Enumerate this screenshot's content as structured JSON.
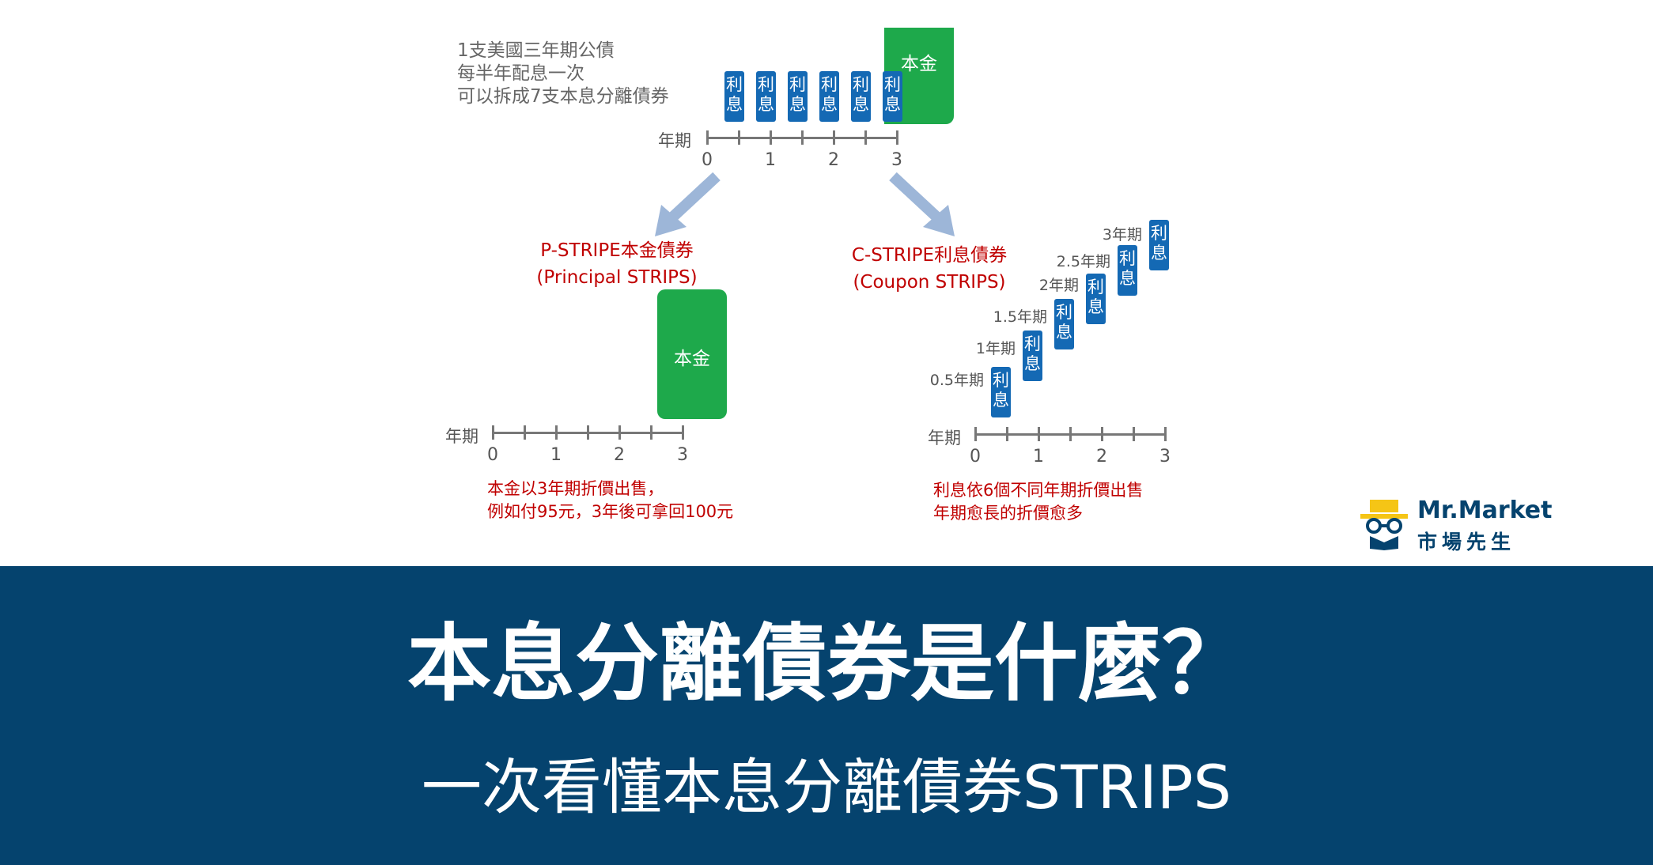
{
  "top_note": [
    "1支美國三年期公債",
    "每半年配息一次",
    "可以拆成7支本息分離債券"
  ],
  "axis": {
    "label": "年期",
    "ticks": [
      "0",
      "1",
      "2",
      "3"
    ]
  },
  "block_labels": {
    "principal": "本金",
    "coupon": "利\n息"
  },
  "p_strips": {
    "title": "P-STRIPE本金債券",
    "subtitle": "(Principal STRIPS)",
    "caption": [
      "本金以3年期折價出售，",
      "例如付95元，3年後可拿回100元"
    ]
  },
  "c_strips": {
    "title": "C-STRIPE利息債券",
    "subtitle": "(Coupon STRIPS)",
    "periods": [
      "0.5年期",
      "1年期",
      "1.5年期",
      "2年期",
      "2.5年期",
      "3年期"
    ],
    "caption": [
      "利息依6個不同年期折價出售",
      "年期愈長的折價愈多"
    ]
  },
  "brand": {
    "name": "Mr.Market",
    "sub": "市場先生"
  },
  "banner": {
    "title": "本息分離債券是什麼？",
    "subtitle": "一次看懂本息分離債券STRIPS"
  },
  "colors": {
    "coupon": "#1469b4",
    "principal": "#1ea94b",
    "arrow": "#9db6d8",
    "banner": "#05436e",
    "accent_red": "#c00000",
    "logo_yellow": "#f5c516"
  }
}
